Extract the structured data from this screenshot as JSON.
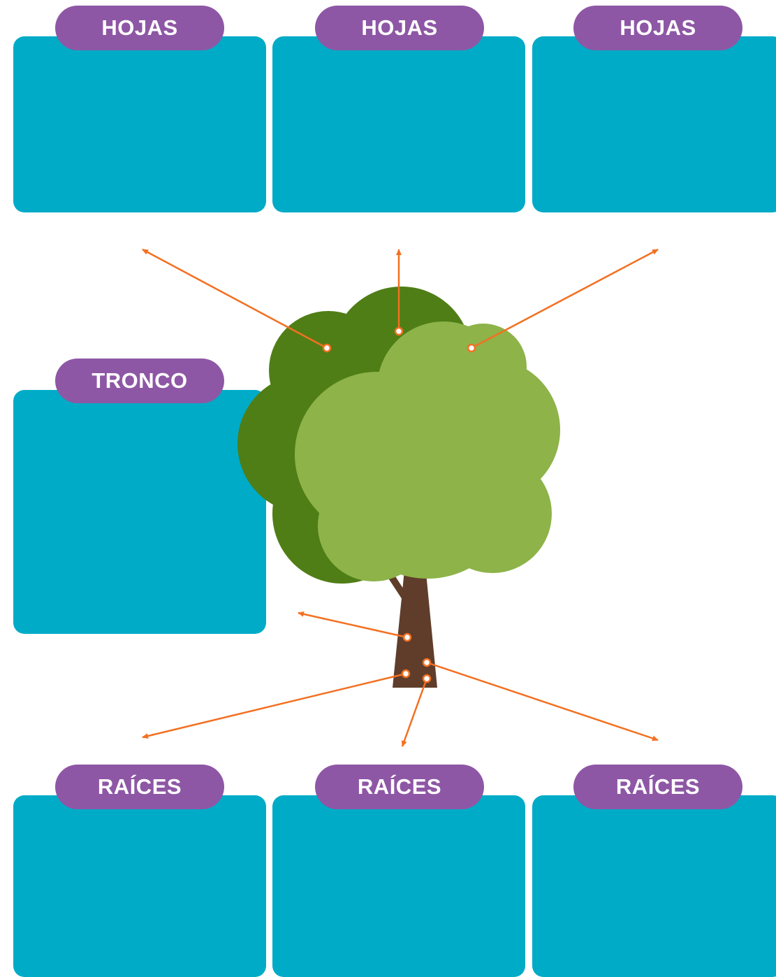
{
  "colors": {
    "box": "#00abc7",
    "label": "#8e57a5",
    "label_text": "#ffffff",
    "arrow": "#f37021",
    "canopy_dark": "#4f7e16",
    "canopy_light": "#8db349",
    "trunk": "#5f3d2a"
  },
  "leaves": {
    "labels": [
      "HOJAS",
      "HOJAS",
      "HOJAS"
    ]
  },
  "trunk": {
    "label": "TRONCO"
  },
  "roots": {
    "labels": [
      "RAÍCES",
      "RAÍCES",
      "RAÍCES"
    ]
  }
}
